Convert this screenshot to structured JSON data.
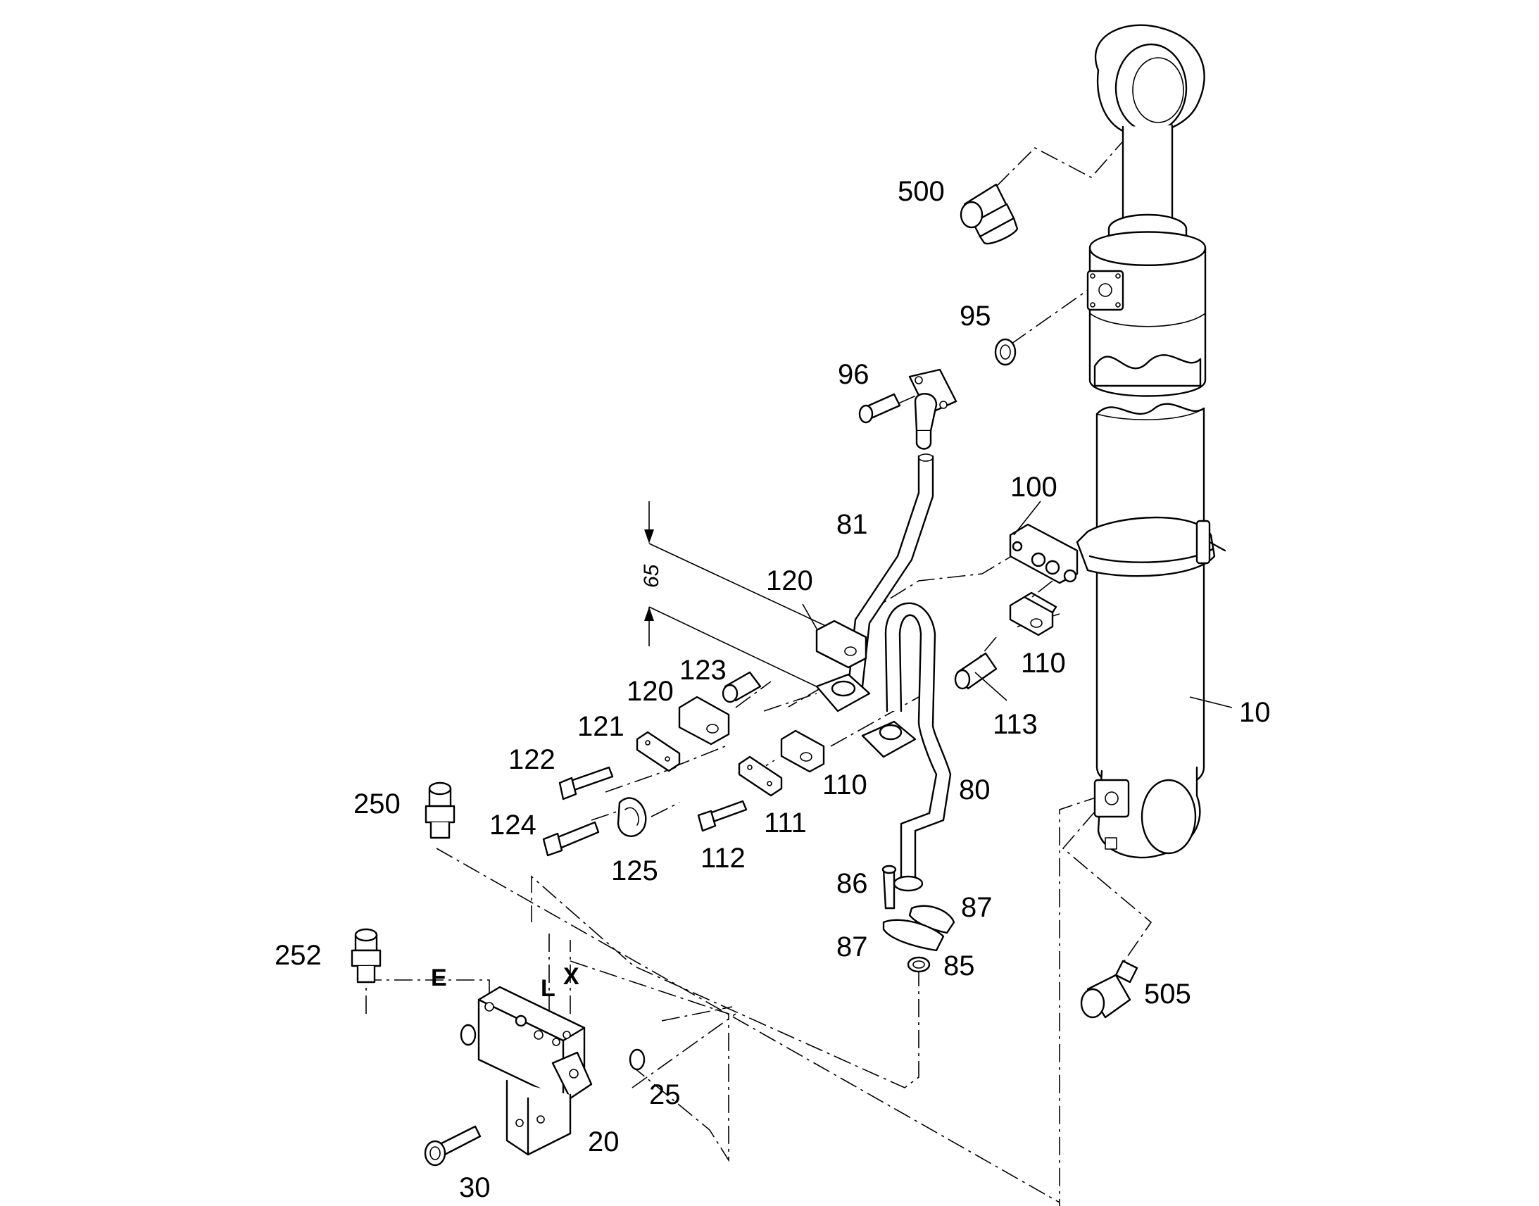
{
  "diagram": {
    "callouts": {
      "p500": "500",
      "p95": "95",
      "p96": "96",
      "p100": "100",
      "p81": "81",
      "p120a": "120",
      "p120b": "120",
      "p123": "123",
      "p121": "121",
      "p122": "122",
      "p110a": "110",
      "p110b": "110",
      "p113": "113",
      "p10": "10",
      "p80": "80",
      "p250": "250",
      "p124": "124",
      "p125": "125",
      "p112": "112",
      "p111": "111",
      "p86": "86",
      "p87a": "87",
      "p87b": "87",
      "p85": "85",
      "p505": "505",
      "p252": "252",
      "p25": "25",
      "p20": "20",
      "p30": "30"
    },
    "ports": {
      "e": "E",
      "l": "L",
      "x": "X"
    },
    "dimension": {
      "value": "65"
    }
  }
}
